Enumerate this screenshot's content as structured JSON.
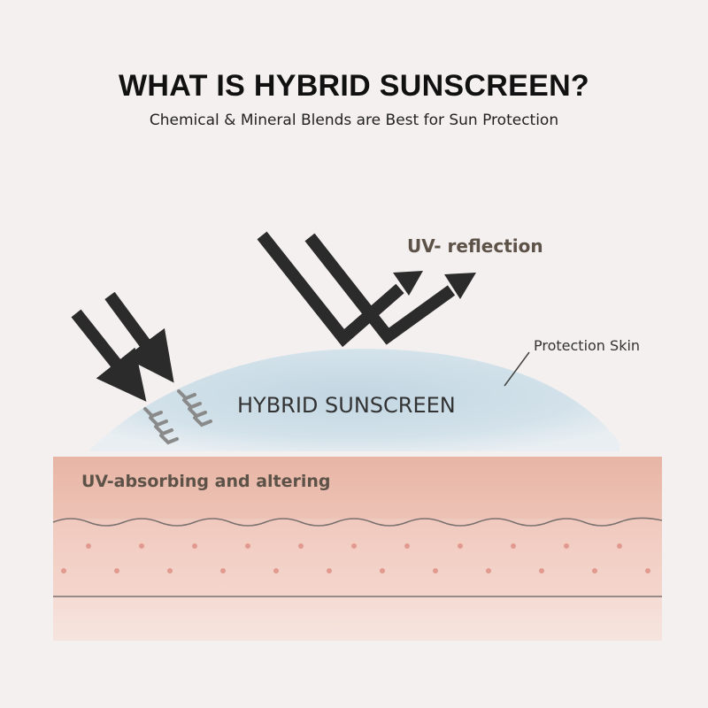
{
  "header": {
    "title": "WHAT IS HYBRID SUNSCREEN?",
    "subtitle": "Chemical & Mineral Blends are Best for Sun Protection"
  },
  "diagram": {
    "labels": {
      "reflection": "UV- reflection",
      "protection_skin": "Protection Skin",
      "sunscreen": "HYBRID SUNSCREEN",
      "absorbing": "UV-absorbing and altering"
    },
    "colors": {
      "background": "#f5f0f0",
      "arrow": "#2b2b2b",
      "chevron": "#8a8a8a",
      "dome": "#c9dbe6",
      "skin_top": "#e9b8a8",
      "skin_mid": "#f2cdc2",
      "skin_bottom": "#f6ddd6",
      "dots": "#e29a90",
      "lines": "#7a7070",
      "label_brown": "#5c5248"
    }
  }
}
